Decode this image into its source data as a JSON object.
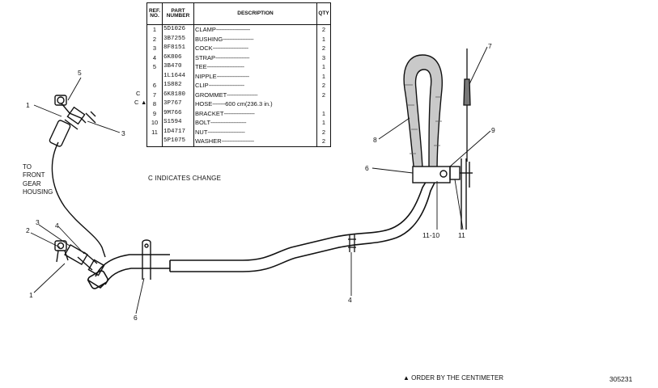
{
  "table": {
    "headers": {
      "ref": "REF. NO.",
      "part": "PART NUMBER",
      "description": "DESCRIPTION",
      "qty": "QTY"
    },
    "rows": [
      {
        "ref": "1",
        "part": "5D1026",
        "description": "CLAMP",
        "qty": "2"
      },
      {
        "ref": "2",
        "part": "3B7255",
        "description": "BUSHING",
        "qty": "1"
      },
      {
        "ref": "3",
        "part": "8F8151",
        "description": "COCK",
        "qty": "2"
      },
      {
        "ref": "4",
        "part": "6K806",
        "description": "STRAP",
        "qty": "3"
      },
      {
        "ref": "5",
        "part": "3B470",
        "description": "TEE",
        "qty": "1"
      },
      {
        "ref": "",
        "part": "1L1644",
        "description": "NIPPLE",
        "qty": "1"
      },
      {
        "ref": "6",
        "part": "1S882",
        "description": "CLIP",
        "qty": "2"
      },
      {
        "ref": "7",
        "part": "6K8180",
        "description": "GROMMET",
        "qty": "2"
      },
      {
        "ref": "8",
        "part": "3P767",
        "description": "HOSE",
        "qty": "",
        "extra": "600 cm(236.3 in.)"
      },
      {
        "ref": "9",
        "part": "9M766",
        "description": "BRACKET",
        "qty": "1"
      },
      {
        "ref": "10",
        "part": "S1594",
        "description": "BOLT",
        "qty": "1"
      },
      {
        "ref": "11",
        "part": "1D4717",
        "description": "NUT",
        "qty": "2"
      },
      {
        "ref": "",
        "part": "5P1075",
        "description": "WASHER",
        "qty": "2"
      }
    ],
    "change_marks": {
      "c1": "C",
      "c2": "C"
    },
    "note": "C INDICATES CHANGE"
  },
  "labels": {
    "to_front_gear_housing": [
      "TO",
      "FRONT",
      "GEAR",
      "HOUSING"
    ],
    "callouts": {
      "top_left_1": "1",
      "top_left_5": "5",
      "top_left_3": "3",
      "left_2": "2",
      "left_3": "3",
      "left_4": "4",
      "left_1": "1",
      "bottom_6": "6",
      "middle_4": "4",
      "right_7": "7",
      "right_8": "8",
      "right_9": "9",
      "right_6": "6",
      "right_11_10": "11-10",
      "right_11": "11"
    }
  },
  "footer": {
    "order_note": "▲ ORDER BY THE CENTIMETER",
    "figure_number": "305231"
  }
}
